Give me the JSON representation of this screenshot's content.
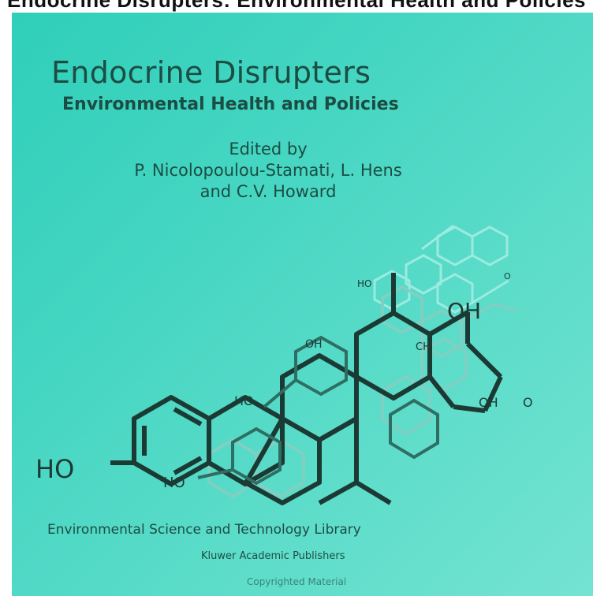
{
  "top_banner": {
    "text": "Endocrine Disrupters: Environmental Health and Policies"
  },
  "cover": {
    "background_color": "#4fd8c5",
    "text_color": "#1c4d44",
    "title": "Endocrine Disrupters",
    "subtitle": "Environmental Health and Policies",
    "editors": [
      "Edited by",
      "P. Nicolopoulou-Stamati, L. Hens",
      "and C.V. Howard"
    ],
    "molecule_labels": {
      "ho_main": "HO",
      "ho_lower": "HO",
      "ho_mid": "HO",
      "ho_upper": "HO",
      "oh_top": "OH",
      "oh_left": "OH",
      "oh_right": "OH",
      "o_right": "O",
      "o_small": "O",
      "ch_mid": "CH"
    },
    "series": "Environmental Science and Technology Library",
    "publisher": "Kluwer Academic Publishers",
    "watermark": "Copyrighted Material"
  }
}
